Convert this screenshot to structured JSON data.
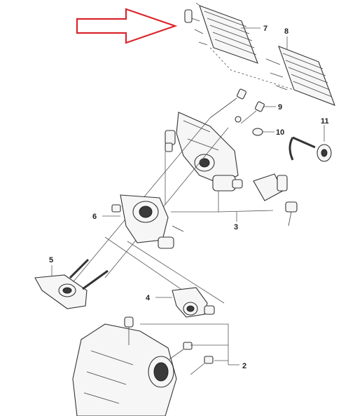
{
  "callouts": {
    "c1": "2",
    "c2": "3",
    "c3": "4",
    "c4": "5",
    "c5": "6",
    "c6": "7",
    "c7": "8",
    "c8": "9",
    "c9": "10",
    "c10": "11"
  },
  "colors": {
    "arrow": "#d9262b",
    "line": "#555555",
    "part_fill": "#f6f6f6"
  }
}
